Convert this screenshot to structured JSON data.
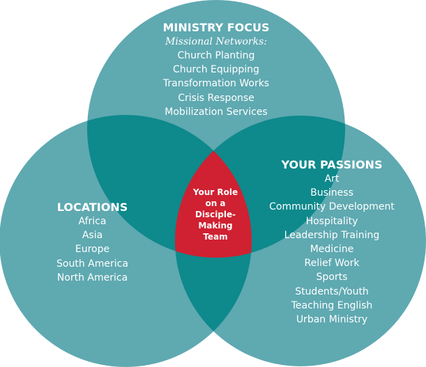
{
  "colors": {
    "circle": "#5fa9b1",
    "overlap": "#0e898c",
    "center": "#cf2131",
    "text": "#ffffff"
  },
  "ministry": {
    "title": "MINISTRY FOCUS",
    "subtitle": "Missional Networks:",
    "items": [
      "Church Planting",
      "Church Equipping",
      "Transformation Works",
      "Crisis Response",
      "Mobilization Services"
    ]
  },
  "locations": {
    "title": "LOCATIONS",
    "items": [
      "Africa",
      "Asia",
      "Europe",
      "South America",
      "North America"
    ]
  },
  "passions": {
    "title": "YOUR PASSIONS",
    "items": [
      "Art",
      "Business",
      "Community Development",
      "Hospitality",
      "Leadership Training",
      "Medicine",
      "Relief Work",
      "Sports",
      "Students/Youth",
      "Teaching English",
      "Urban Ministry"
    ]
  },
  "center": {
    "lines": [
      "Your Role",
      "on a",
      "Disciple-",
      "Making",
      "Team"
    ]
  }
}
